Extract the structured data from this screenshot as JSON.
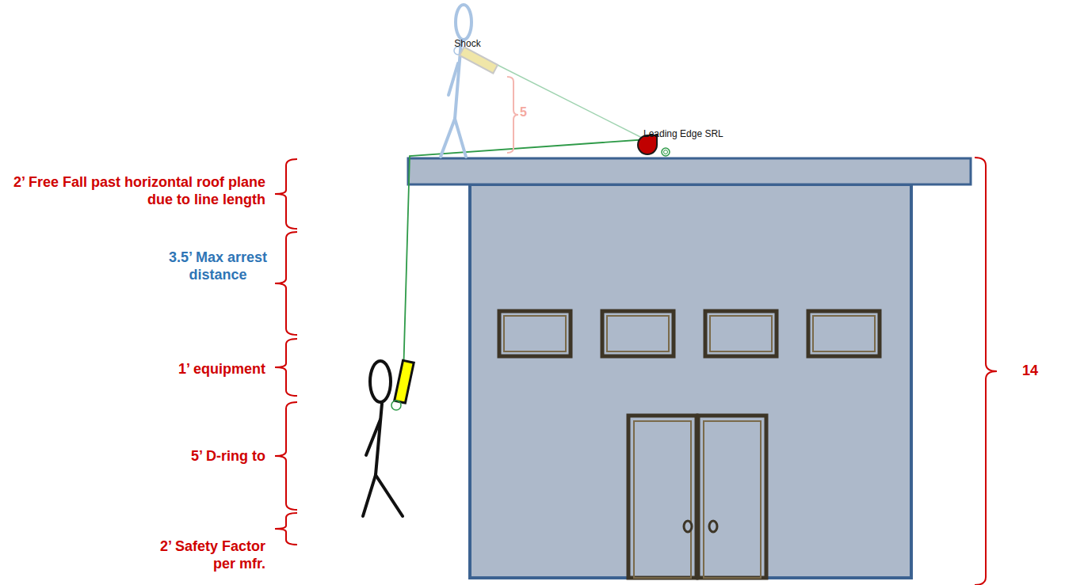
{
  "diagram": {
    "labels": [
      "Shock",
      "5",
      "Leading Edge SRL",
      "2’ Free Fall past horizontal roof plane due to line length",
      "3.5’ Max arrest distance",
      "1’ equipment",
      "5’ D-ring to",
      "2’ Safety Factor per mfr.",
      "14"
    ]
  }
}
